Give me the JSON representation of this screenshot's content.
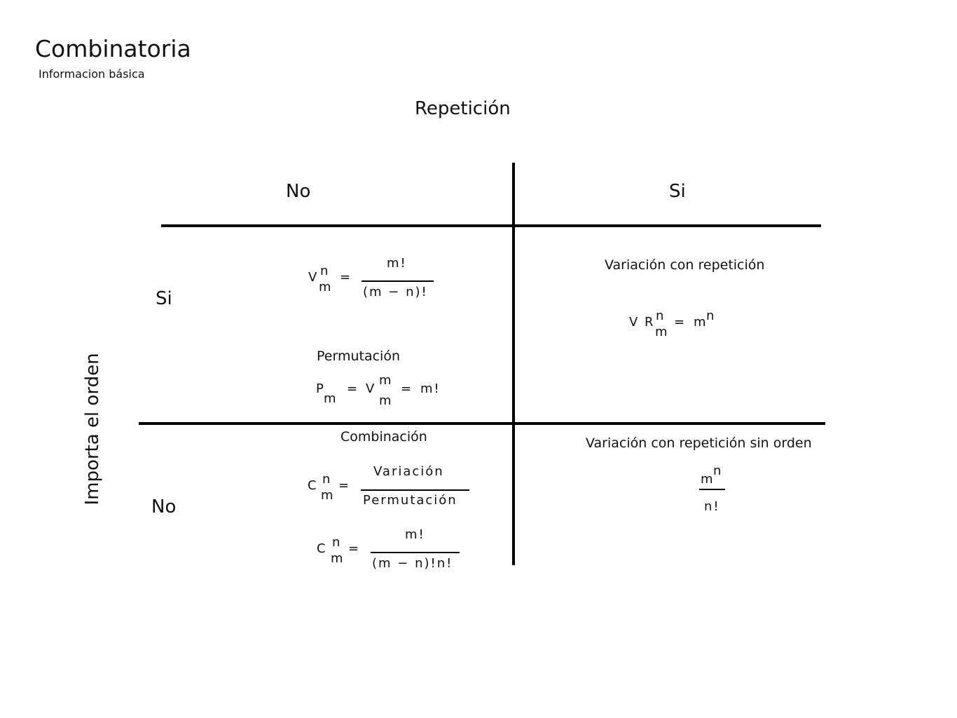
{
  "header": {
    "title": "Combinatoria",
    "subtitle": "Informacion básica"
  },
  "axes": {
    "column_header": "Repetición",
    "column_no": "No",
    "column_si": "Si",
    "row_header": "Importa el orden",
    "row_si": "Si",
    "row_no": "No"
  },
  "cells": {
    "variation": {
      "base": "V",
      "sup": "n",
      "sub": "m",
      "equals": "=",
      "numerator": "m!",
      "denominator": "(m − n)!"
    },
    "permutation": {
      "label": "Permutación",
      "base": "P",
      "sub": "m",
      "equals1": "=",
      "v": "V",
      "vsup": "m",
      "vsub": "m",
      "equals2": "=",
      "result": "m!"
    },
    "variation_repetition": {
      "label": "Variación con repetición",
      "base": "V R",
      "sup": "n",
      "sub": "m",
      "equals": "=",
      "result_base": "m",
      "result_sup": "n"
    },
    "combination": {
      "label": "Combinación",
      "base1": "C",
      "sup1": "n",
      "sub1": "m",
      "equals1": "=",
      "numerator1": "Variación",
      "denominator1": "Permutación",
      "base2": "C",
      "sup2": "n",
      "sub2": "m",
      "equals2": "=",
      "numerator2": "m!",
      "denominator2": "(m − n)!n!"
    },
    "variation_repetition_no_order": {
      "label": "Variación con repetición sin orden",
      "numerator_base": "m",
      "numerator_sup": "n",
      "denominator": "n!"
    }
  }
}
